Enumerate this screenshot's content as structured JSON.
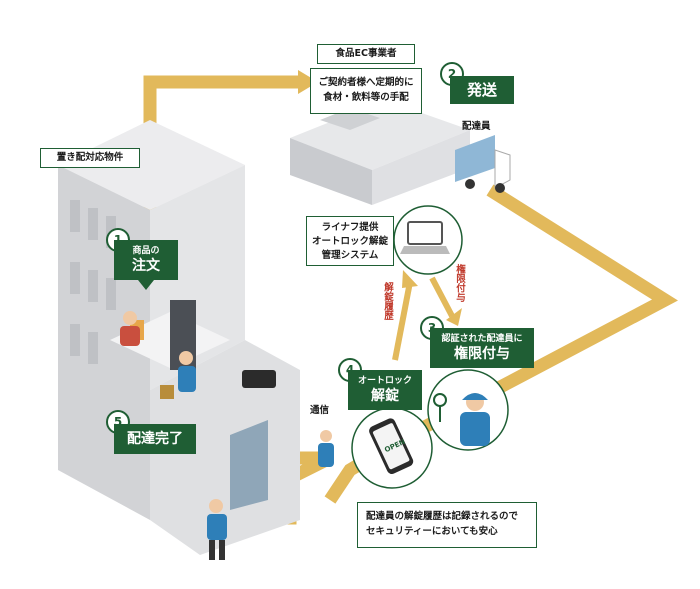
{
  "labels": {
    "ec_title": "食品EC事業者",
    "ec_desc_line1": "ご契約者様へ定期的に",
    "ec_desc_line2": "食材・飲料等の手配",
    "property": "置き配対応物件",
    "step1_small": "商品の",
    "step1_big": "注文",
    "step2_big": "発送",
    "step2_sub": "配達員",
    "system_line1": "ライナフ提供",
    "system_line2": "オートロック解錠",
    "system_line3": "管理システム",
    "unlock_history_vertical": "解錠履歴",
    "grant_vertical": "権限付与",
    "step3_small": "認証された配達員に",
    "step3_big": "権限付与",
    "step4_small": "オートロック",
    "step4_big": "解錠",
    "comm": "通信",
    "step5_big": "配達完了",
    "footer_line1": "配達員の解錠履歴は記録されるので",
    "footer_line2": "セキュリティーにおいても安心",
    "phone_button": "OPEN"
  },
  "steps": [
    "1",
    "2",
    "3",
    "4",
    "5"
  ],
  "colors": {
    "accent_green": "#1f5e34",
    "path_gold": "#e2b95b",
    "building_gray": "#d9dadc",
    "staff_blue": "#2e7fb8"
  }
}
